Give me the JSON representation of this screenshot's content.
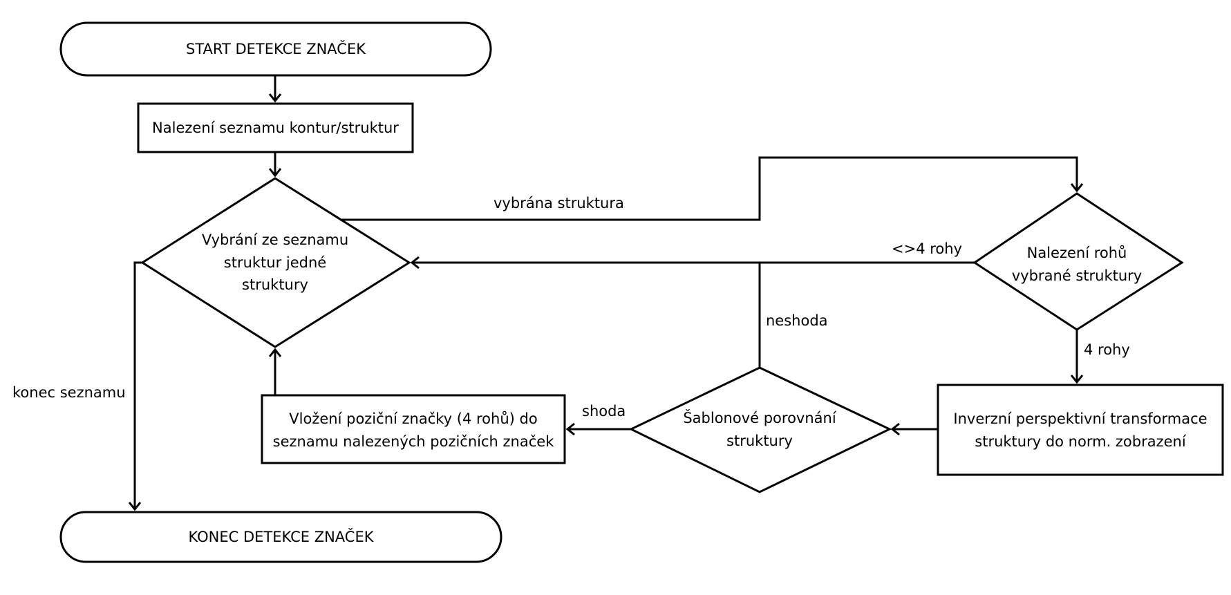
{
  "nodes": {
    "start": "START DETEKCE ZNAČEK",
    "find_contours": "Nalezení seznamu kontur/struktur",
    "select_structure": "Vybrání ze seznamu\nstruktur jedné\nstruktury",
    "find_corners": "Nalezení rohů\nvybrané struktury",
    "perspective_transform": "Inverzní perspektivní transformace\nstruktury do norm. zobrazení",
    "template_match": "Šablonové porovnání\nstruktury",
    "insert_marker": "Vložení poziční značky (4 rohů) do\nseznamu nalezených pozičních značek",
    "end": "KONEC DETEKCE ZNAČEK"
  },
  "edges": {
    "selected": "vybrána struktura",
    "not_four_corners": "<>4 rohy",
    "four_corners": "4 rohy",
    "mismatch": "neshoda",
    "match": "shoda",
    "end_of_list": "konec seznamu"
  }
}
